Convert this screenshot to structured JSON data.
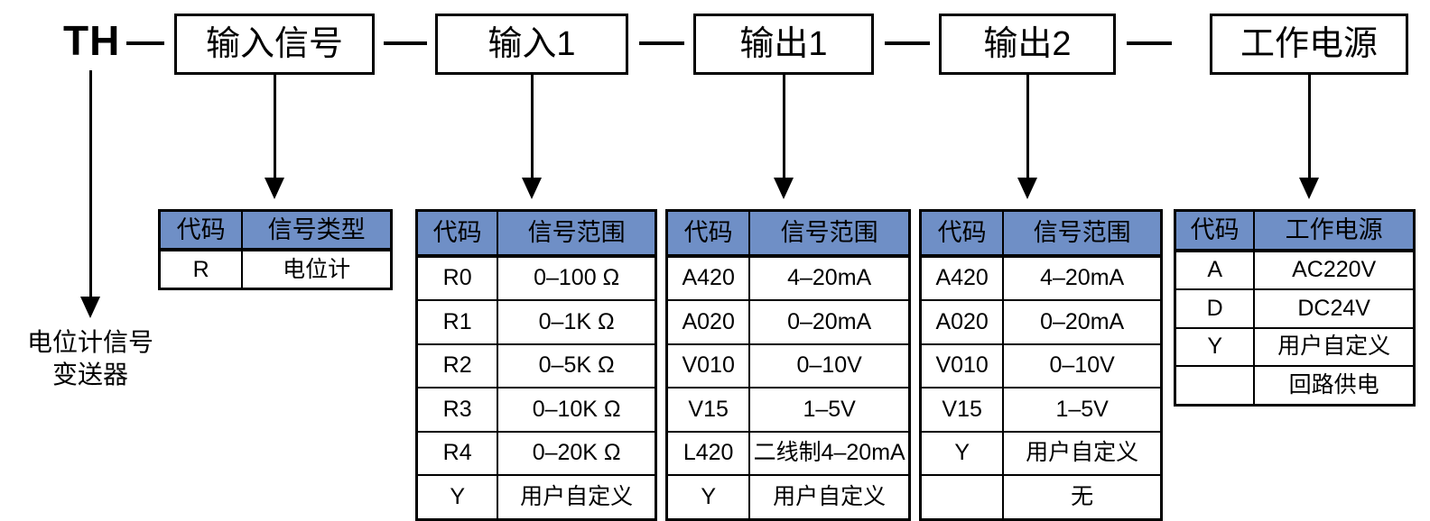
{
  "model": {
    "prefix": "TH",
    "separator": "—",
    "boxes": [
      {
        "label": "输入信号"
      },
      {
        "label": "输入1"
      },
      {
        "label": "输出1"
      },
      {
        "label": "输出2"
      },
      {
        "label": "工作电源"
      }
    ]
  },
  "caption": {
    "line1": "电位计信号",
    "line2": "变送器",
    "text": "电位计信号\n变送器"
  },
  "colors": {
    "header_fill": "#6f8fc6",
    "border": "#000000",
    "background": "#ffffff"
  },
  "tables": [
    {
      "name": "input-signal-table",
      "headers": [
        "代码",
        "信号类型"
      ],
      "rows": [
        {
          "code": "R",
          "value": "电位计"
        }
      ]
    },
    {
      "name": "input1-table",
      "headers": [
        "代码",
        "信号范围"
      ],
      "rows": [
        {
          "code": "R0",
          "value": "0–100 Ω"
        },
        {
          "code": "R1",
          "value": "0–1K Ω"
        },
        {
          "code": "R2",
          "value": "0–5K Ω"
        },
        {
          "code": "R3",
          "value": "0–10K Ω"
        },
        {
          "code": "R4",
          "value": "0–20K Ω"
        },
        {
          "code": "Y",
          "value": "用户自定义"
        }
      ]
    },
    {
      "name": "output1-table",
      "headers": [
        "代码",
        "信号范围"
      ],
      "rows": [
        {
          "code": "A420",
          "value": "4–20mA"
        },
        {
          "code": "A020",
          "value": "0–20mA"
        },
        {
          "code": "V010",
          "value": "0–10V"
        },
        {
          "code": "V15",
          "value": "1–5V"
        },
        {
          "code": "L420",
          "value": "二线制4–20mA"
        },
        {
          "code": "Y",
          "value": "用户自定义"
        }
      ]
    },
    {
      "name": "output2-table",
      "headers": [
        "代码",
        "信号范围"
      ],
      "rows": [
        {
          "code": "A420",
          "value": "4–20mA"
        },
        {
          "code": "A020",
          "value": "0–20mA"
        },
        {
          "code": "V010",
          "value": "0–10V"
        },
        {
          "code": "V15",
          "value": "1–5V"
        },
        {
          "code": "Y",
          "value": "用户自定义"
        },
        {
          "code": "",
          "value": "无"
        }
      ]
    },
    {
      "name": "power-supply-table",
      "headers": [
        "代码",
        "工作电源"
      ],
      "rows": [
        {
          "code": "A",
          "value": "AC220V"
        },
        {
          "code": "D",
          "value": "DC24V"
        },
        {
          "code": "Y",
          "value": "用户自定义"
        },
        {
          "code": "",
          "value": "回路供电"
        }
      ]
    }
  ]
}
